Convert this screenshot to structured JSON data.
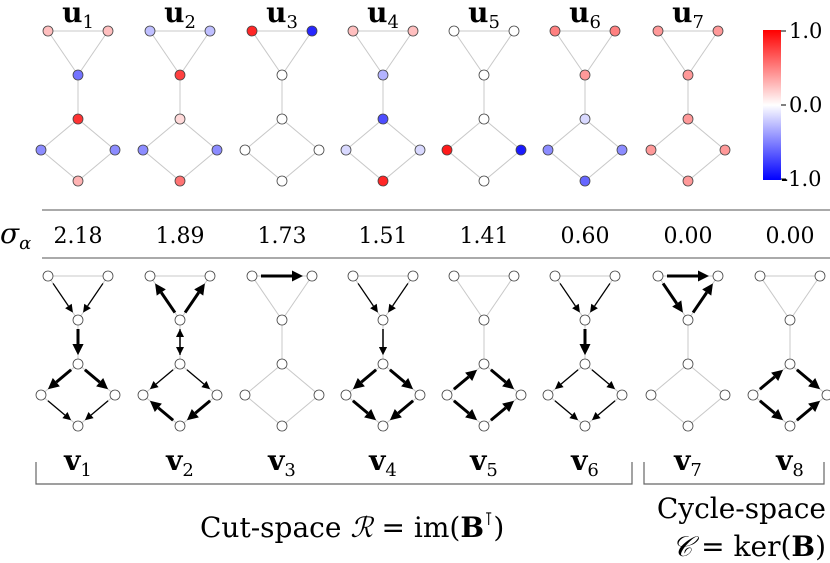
{
  "top_row": {
    "labels": [
      {
        "base": "u",
        "sub": "1"
      },
      {
        "base": "u",
        "sub": "2"
      },
      {
        "base": "u",
        "sub": "3"
      },
      {
        "base": "u",
        "sub": "4"
      },
      {
        "base": "u",
        "sub": "5"
      },
      {
        "base": "u",
        "sub": "6"
      },
      {
        "base": "u",
        "sub": "7"
      }
    ],
    "node_values": [
      [
        0.25,
        0.25,
        -0.55,
        0.8,
        -0.45,
        -0.45,
        0.3
      ],
      [
        -0.25,
        -0.25,
        0.75,
        0.15,
        -0.45,
        -0.45,
        0.55
      ],
      [
        0.85,
        -0.85,
        0.0,
        0.0,
        0.0,
        0.0,
        0.0
      ],
      [
        0.25,
        0.25,
        -0.3,
        -0.7,
        -0.15,
        -0.15,
        0.85
      ],
      [
        0.0,
        0.0,
        0.0,
        0.0,
        0.9,
        -0.9,
        0.0
      ],
      [
        0.5,
        0.5,
        0.4,
        -0.15,
        -0.45,
        -0.45,
        -0.6
      ],
      [
        0.4,
        0.4,
        0.4,
        0.4,
        0.4,
        0.4,
        0.4
      ]
    ]
  },
  "colorbar": {
    "tick_labels": [
      "1.0",
      "0.0",
      "-1.0"
    ],
    "colors": {
      "max": "#ff0000",
      "mid": "#ffffff",
      "min": "#0000ff"
    }
  },
  "sigma_row": {
    "label_base": "σ",
    "label_sub": "α",
    "values": [
      "2.18",
      "1.89",
      "1.73",
      "1.51",
      "1.41",
      "0.60",
      "0.00",
      "0.00"
    ]
  },
  "bottom_row": {
    "labels": [
      {
        "base": "v",
        "sub": "1"
      },
      {
        "base": "v",
        "sub": "2"
      },
      {
        "base": "v",
        "sub": "3"
      },
      {
        "base": "v",
        "sub": "4"
      },
      {
        "base": "v",
        "sub": "5"
      },
      {
        "base": "v",
        "sub": "6"
      },
      {
        "base": "v",
        "sub": "7"
      },
      {
        "base": "v",
        "sub": "8"
      }
    ],
    "edge_flows": [
      [
        0,
        1,
        1,
        2,
        -2,
        2,
        2,
        1,
        1
      ],
      [
        0,
        -2,
        -2,
        1,
        1,
        1,
        1,
        -2,
        2
      ],
      [
        2,
        0,
        0,
        0,
        0,
        0,
        0,
        0,
        0
      ],
      [
        0,
        1,
        1,
        1,
        -1,
        2,
        2,
        2,
        2
      ],
      [
        0,
        0,
        0,
        0,
        0,
        -2,
        2,
        2,
        -2
      ],
      [
        0,
        1,
        1,
        2,
        -1,
        1,
        1,
        1,
        1
      ],
      [
        2,
        2,
        -2,
        0,
        0,
        0,
        0,
        0,
        0
      ],
      [
        0,
        0,
        0,
        0,
        0,
        -2,
        2,
        2,
        -2
      ]
    ]
  },
  "groups": {
    "cut": {
      "prefix": "Cut-space ",
      "symbol": "ℛ",
      "eq": " = im(",
      "bold": "B",
      "sup": "⊺",
      "suffix": ")"
    },
    "cycle": {
      "line1": "Cycle-space",
      "symbol": "𝒞",
      "eq": " = ker(",
      "bold": "B",
      "suffix": ")"
    }
  }
}
